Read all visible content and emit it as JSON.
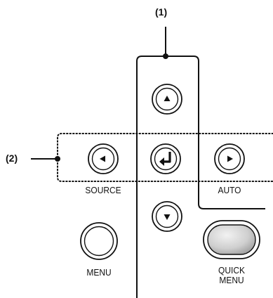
{
  "callouts": {
    "group1": "(1)",
    "group2": "(2)"
  },
  "buttons": {
    "up": {
      "icon": "triangle-up-icon"
    },
    "down": {
      "icon": "triangle-down-icon"
    },
    "left": {
      "icon": "triangle-left-icon",
      "label": "SOURCE"
    },
    "right": {
      "icon": "triangle-right-icon",
      "label": "AUTO"
    },
    "enter": {
      "icon": "enter-return-icon"
    },
    "menu": {
      "label": "MENU"
    },
    "quick_menu": {
      "label_line1": "QUICK",
      "label_line2": "MENU"
    }
  },
  "colors": {
    "line": "#111111",
    "button_fill": "#ffffff",
    "quick_menu_fill": "#cfcfcf"
  }
}
